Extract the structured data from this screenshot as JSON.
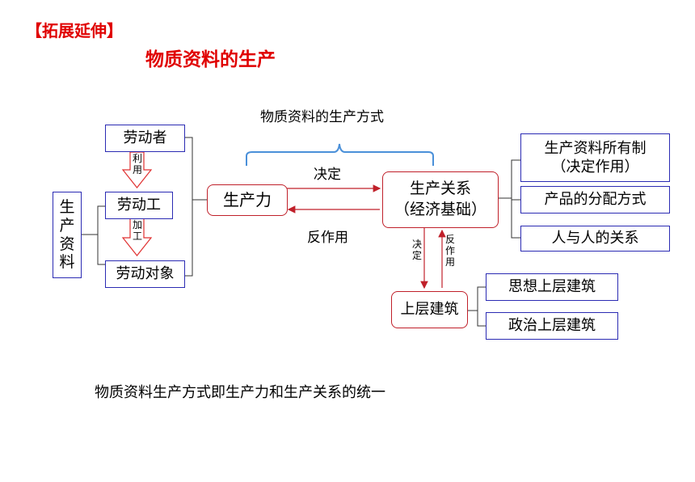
{
  "header": {
    "tag": "【拓展延伸】",
    "title": "物质资料的生产"
  },
  "diagram": {
    "mode_title": "物质资料的生产方式",
    "factors": {
      "group_label": "生\n产\n资\n料",
      "laborer": "劳动者",
      "tool": "劳动工",
      "object": "劳动对象",
      "use_label": "利\n用",
      "process_label": "加\n工"
    },
    "productive_forces": "生产力",
    "relations": "生产关系\n（经济基础）",
    "decide_label": "决定",
    "react_label": "反作用",
    "relations_parts": [
      "生产资料所有制\n（决定作用）",
      "产品的分配方式",
      "人与人的关系"
    ],
    "superstructure": "上层建筑",
    "decide_small": "决\n定",
    "react_small": "反\n作\n用",
    "superstructure_parts": [
      "思想上层建筑",
      "政治上层建筑"
    ],
    "summary": "物质资料生产方式即生产力和生产关系的统一"
  },
  "colors": {
    "accent_red": "#e00000",
    "box_blue": "#2b2bb3",
    "arrow_red": "#c0202a",
    "brace_blue": "#4a90d9"
  }
}
